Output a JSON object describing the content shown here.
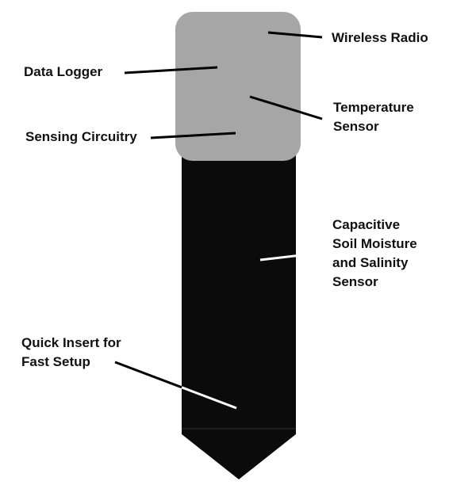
{
  "colors": {
    "module": "#a6a6a6",
    "probe": "#0b0b0b",
    "tip": "#0b0b0b",
    "leader_dark": "#000000",
    "leader_light": "#ffffff",
    "text": "#111111"
  },
  "labels": {
    "wireless_radio": "Wireless Radio",
    "data_logger": "Data Logger",
    "temperature_sensor": [
      "Temperature",
      "Sensor"
    ],
    "sensing_circuitry": "Sensing Circuitry",
    "capacitive_sensor": [
      "Capacitive",
      "Soil Moisture",
      "and Salinity",
      "Sensor"
    ],
    "quick_insert": [
      "Quick Insert for",
      "Fast Setup"
    ]
  }
}
